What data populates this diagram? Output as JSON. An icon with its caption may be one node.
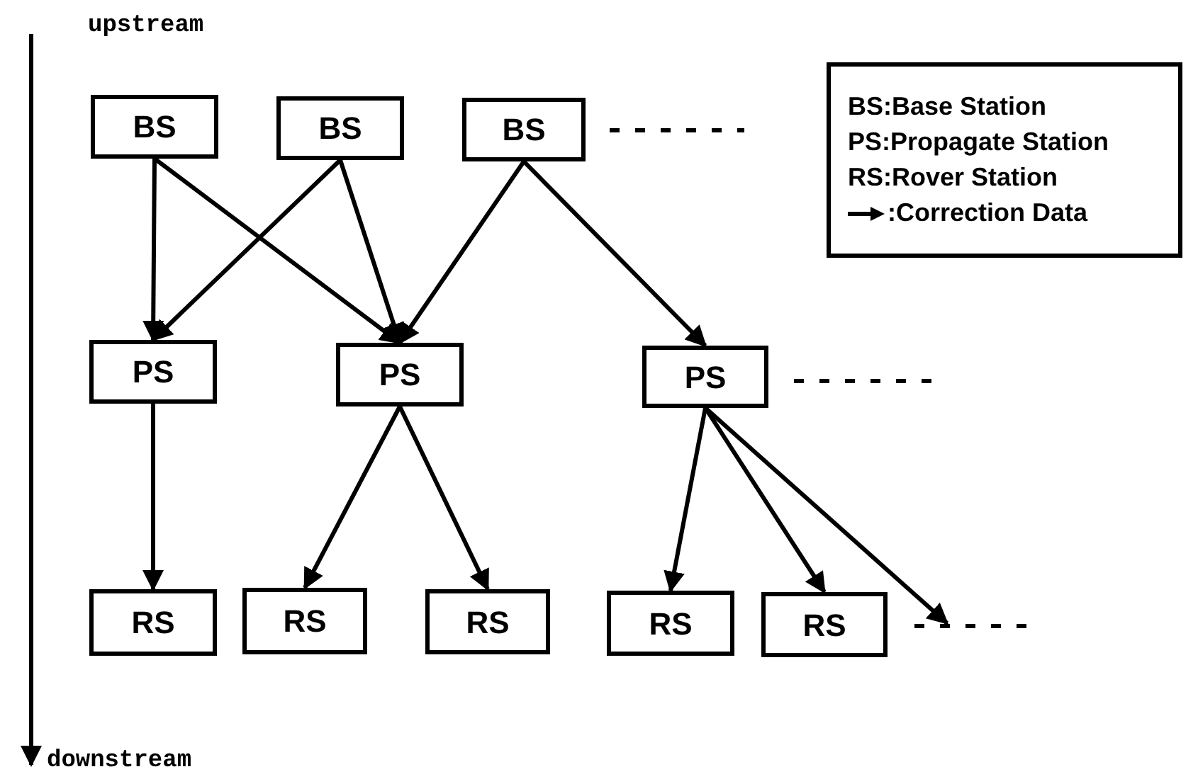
{
  "diagram": {
    "nodes": [
      {
        "text": [
          "BS"
        ]
      },
      {
        "text": [
          "BS"
        ]
      },
      {
        "text": [
          "BS"
        ]
      },
      {
        "text": [
          "PS"
        ]
      },
      {
        "text": [
          "PS"
        ]
      },
      {
        "text": [
          "PS"
        ]
      },
      {
        "text": [
          "RS"
        ]
      },
      {
        "text": [
          "RS"
        ]
      },
      {
        "text": [
          "RS"
        ]
      },
      {
        "text": [
          "RS"
        ]
      },
      {
        "text": [
          "RS"
        ]
      }
    ],
    "edges": [
      {
        "from": 0,
        "to": 3,
        "arrow": "to"
      },
      {
        "from": 0,
        "to": 4,
        "arrow": "to"
      },
      {
        "from": 1,
        "to": 3,
        "arrow": "to"
      },
      {
        "from": 1,
        "to": 4,
        "arrow": "to"
      },
      {
        "from": 2,
        "to": 4,
        "arrow": "to"
      },
      {
        "from": 2,
        "to": 5,
        "arrow": "to"
      },
      {
        "from": 3,
        "to": 6,
        "arrow": "to"
      },
      {
        "from": 4,
        "to": 7,
        "arrow": "to"
      },
      {
        "from": 4,
        "to": 8,
        "arrow": "to"
      },
      {
        "from": 5,
        "to": 9,
        "arrow": "to"
      },
      {
        "from": 5,
        "to": 10,
        "arrow": "to"
      },
      {
        "from": 5,
        "to": null,
        "arrow": "to"
      }
    ],
    "labels": [
      "upstream",
      "downstream"
    ],
    "legend": [
      {
        "text": "BS:Base Station"
      },
      {
        "text": "PS:Propagate Station"
      },
      {
        "text": "RS:Rover Station"
      },
      {
        "text": ":Correction Data"
      }
    ]
  }
}
